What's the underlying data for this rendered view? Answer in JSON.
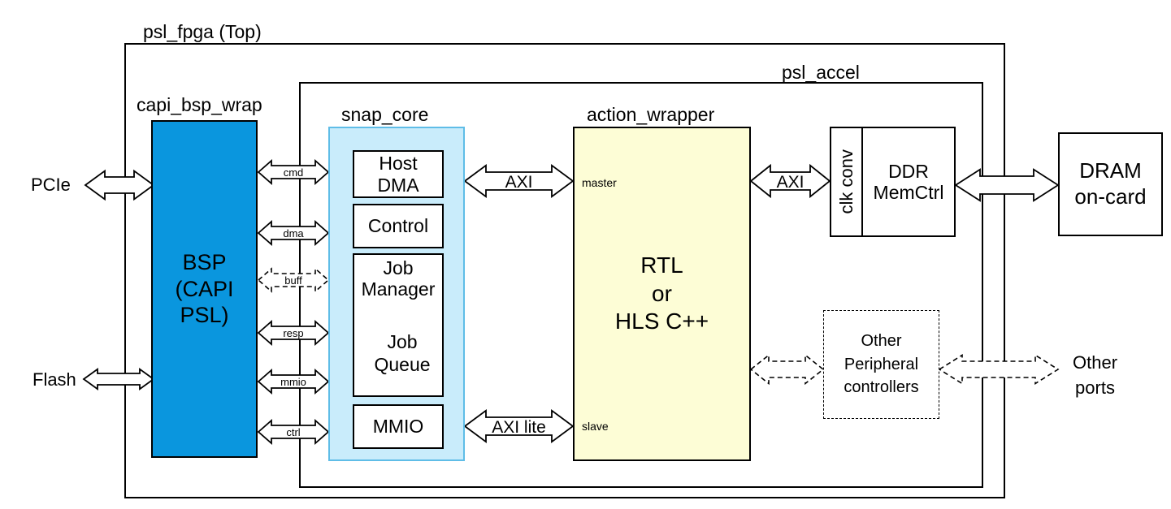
{
  "labels": {
    "psl_fpga": "psl_fpga (Top)",
    "psl_accel": "psl_accel",
    "capi_bsp_wrap": "capi_bsp_wrap",
    "snap_core": "snap_core",
    "action_wrapper": "action_wrapper"
  },
  "bsp": {
    "line1": "BSP",
    "line2": "(CAPI",
    "line3": "PSL)"
  },
  "snap_core_blocks": {
    "host_dma": [
      "Host",
      "DMA"
    ],
    "control": "Control",
    "job_manager": [
      "Job",
      "Manager"
    ],
    "job_queue": [
      "Job",
      "Queue"
    ],
    "mmio": "MMIO"
  },
  "bsp_snap_signals": [
    "cmd",
    "dma",
    "buff",
    "resp",
    "mmio",
    "ctrl"
  ],
  "action": {
    "lines": [
      "RTL",
      "or",
      "HLS C++"
    ],
    "master": "master",
    "slave": "slave"
  },
  "axi": {
    "top": "AXI",
    "lite": "AXI lite",
    "ddr": "AXI"
  },
  "clk_conv": "clk conv",
  "ddr_memctrl": [
    "DDR",
    "MemCtrl"
  ],
  "dram": [
    "DRAM",
    "on-card"
  ],
  "other_peripheral": [
    "Other",
    "Peripheral",
    "controllers"
  ],
  "external": {
    "pcie": "PCIe",
    "flash": "Flash",
    "other_ports": [
      "Other",
      "ports"
    ]
  },
  "colors": {
    "bsp_fill": "#0a96de",
    "snap_core_fill": "#c9ecfb",
    "snap_core_border": "#5fbde7",
    "action_fill": "#fdfdd6",
    "line": "#000000"
  }
}
